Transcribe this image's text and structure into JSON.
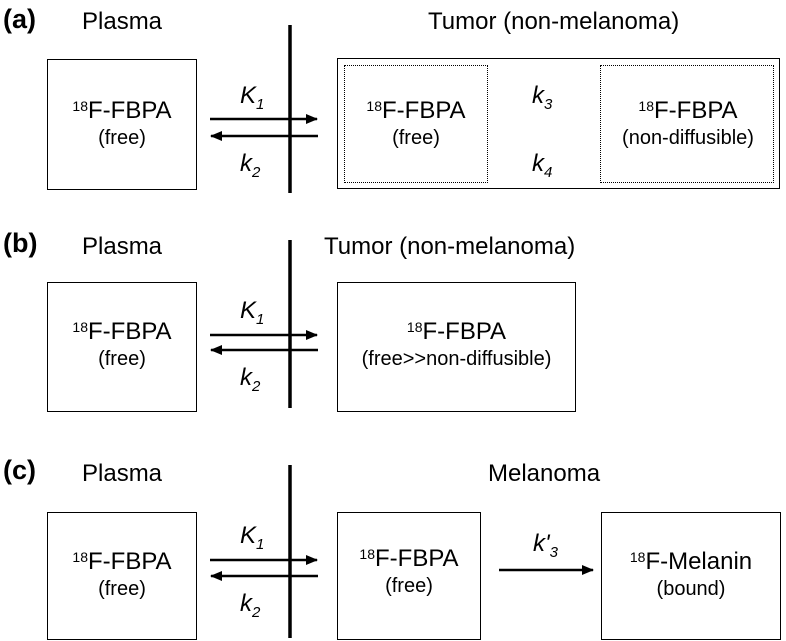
{
  "species_name": "F-FBPA",
  "isotope": "18",
  "panels": [
    {
      "label": "(a)",
      "plasma_title": "Plasma",
      "tissue_title": "Tumor (non-melanoma)",
      "plasma_box": {
        "state": "(free)"
      },
      "tissue_free": {
        "state": "(free)"
      },
      "tissue_nondiff": {
        "state": "(non-diffusible)"
      },
      "rates": {
        "K1": "K",
        "K1_sub": "1",
        "k2": "k",
        "k2_sub": "2",
        "k3": "k",
        "k3_sub": "3",
        "k4": "k",
        "k4_sub": "4"
      }
    },
    {
      "label": "(b)",
      "plasma_title": "Plasma",
      "tissue_title": "Tumor (non-melanoma)",
      "plasma_box": {
        "state": "(free)"
      },
      "tissue_box": {
        "state": "(free>>non-diffusible)"
      },
      "rates": {
        "K1": "K",
        "K1_sub": "1",
        "k2": "k",
        "k2_sub": "2"
      }
    },
    {
      "label": "(c)",
      "plasma_title": "Plasma",
      "tissue_title": "Melanoma",
      "plasma_box": {
        "state": "(free)"
      },
      "tissue_free": {
        "state": "(free)"
      },
      "bound_box": {
        "species": "F-Melanin",
        "state": "(bound)"
      },
      "rates": {
        "K1": "K",
        "K1_sub": "1",
        "k2": "k",
        "k2_sub": "2",
        "k3prime": "k'",
        "k3prime_sub": "3"
      }
    }
  ]
}
